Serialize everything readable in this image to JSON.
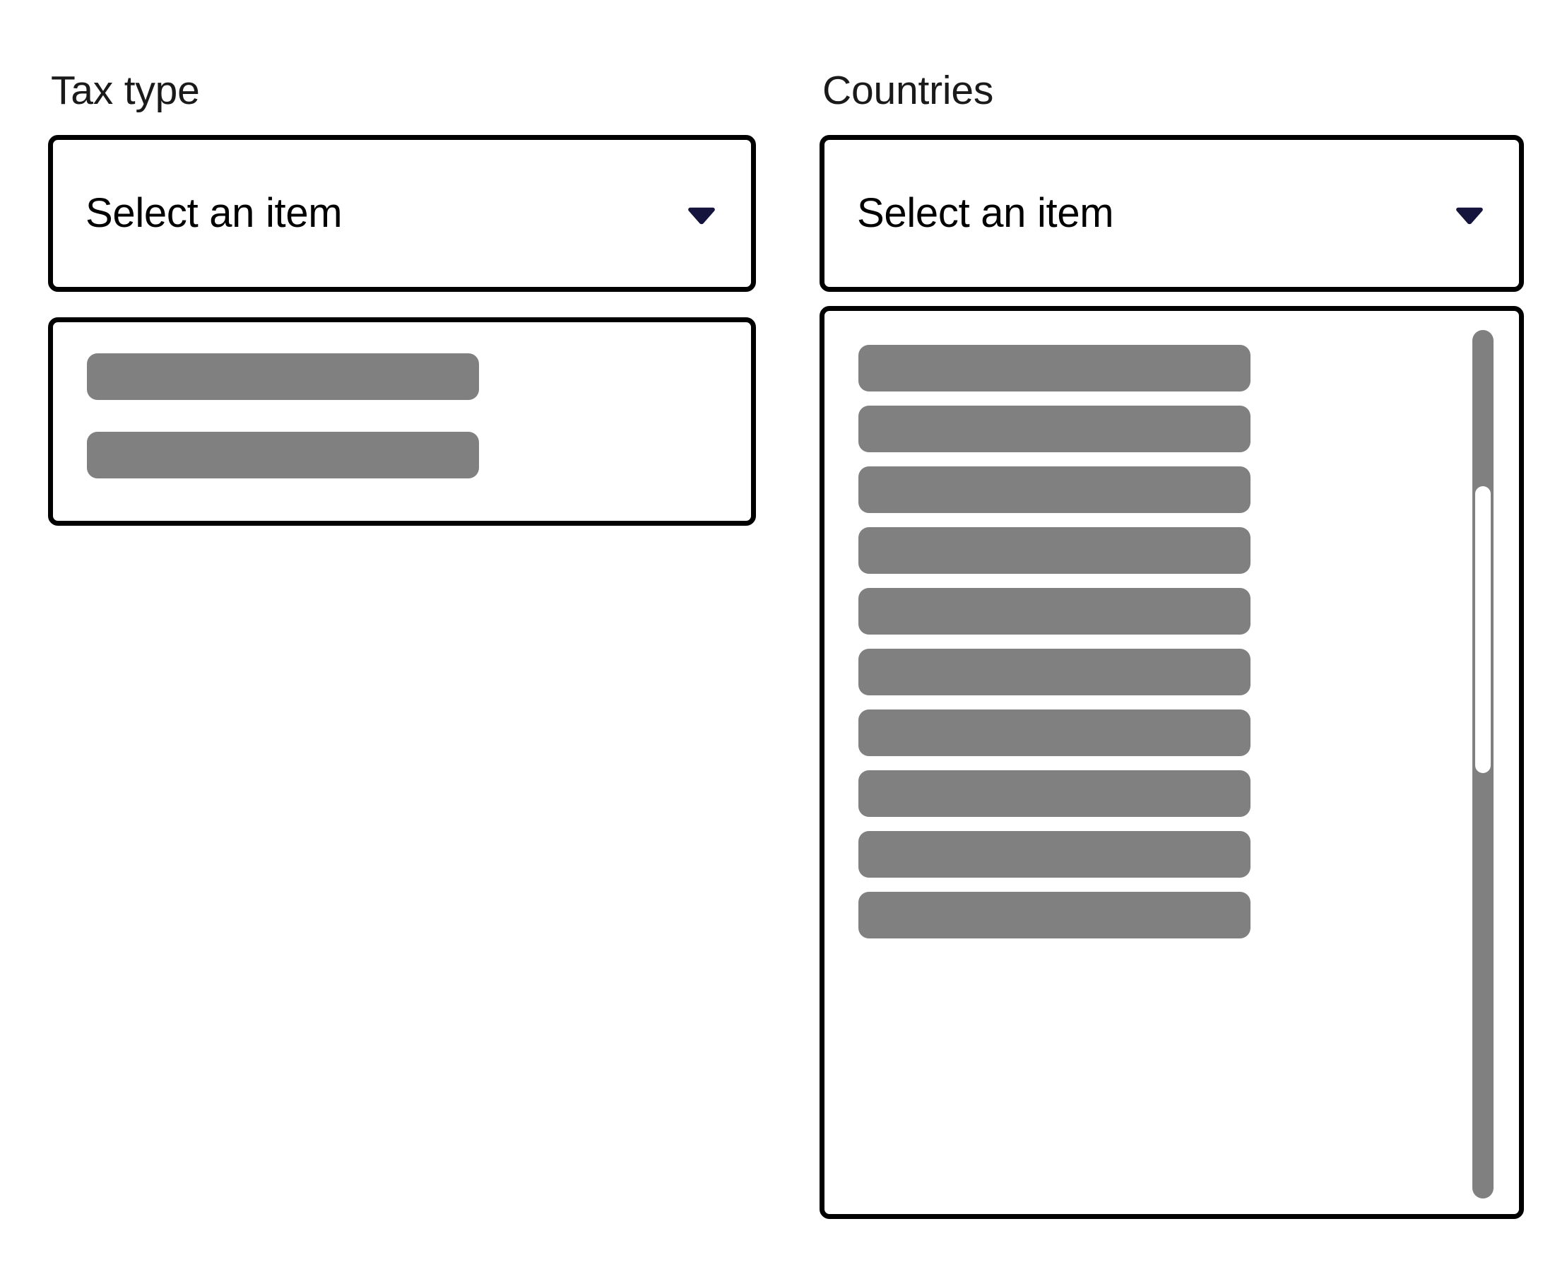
{
  "page": {
    "background_color": "#ffffff",
    "border_color": "#000000",
    "skeleton_color": "#808080",
    "caret_color": "#14143c",
    "scrollbar_track_color": "#808080",
    "scrollbar_thumb_color": "#ffffff"
  },
  "tax_type": {
    "label": "Tax type",
    "select": {
      "value": "Select an item",
      "placeholder": "Select an item",
      "caret_icon": "chevron-down-icon",
      "expanded": true
    },
    "options_panel": {
      "loading": true,
      "item_count": 2,
      "items": [
        {
          "index": 1,
          "label": "",
          "loading": true
        },
        {
          "index": 2,
          "label": "",
          "loading": true
        }
      ],
      "has_scrollbar": false
    }
  },
  "countries": {
    "label": "Countries",
    "select": {
      "value": "Select an item",
      "placeholder": "Select an item",
      "caret_icon": "chevron-down-icon",
      "expanded": true
    },
    "options_panel": {
      "loading": true,
      "item_count": 10,
      "items": [
        {
          "index": 1,
          "label": "",
          "loading": true
        },
        {
          "index": 2,
          "label": "",
          "loading": true
        },
        {
          "index": 3,
          "label": "",
          "loading": true
        },
        {
          "index": 4,
          "label": "",
          "loading": true
        },
        {
          "index": 5,
          "label": "",
          "loading": true
        },
        {
          "index": 6,
          "label": "",
          "loading": true
        },
        {
          "index": 7,
          "label": "",
          "loading": true
        },
        {
          "index": 8,
          "label": "",
          "loading": true
        },
        {
          "index": 9,
          "label": "",
          "loading": true
        },
        {
          "index": 10,
          "label": "",
          "loading": true
        }
      ],
      "has_scrollbar": true,
      "scrollbar": {
        "orientation": "vertical",
        "thumb_top_percent": 18,
        "thumb_height_percent": 33
      }
    }
  }
}
